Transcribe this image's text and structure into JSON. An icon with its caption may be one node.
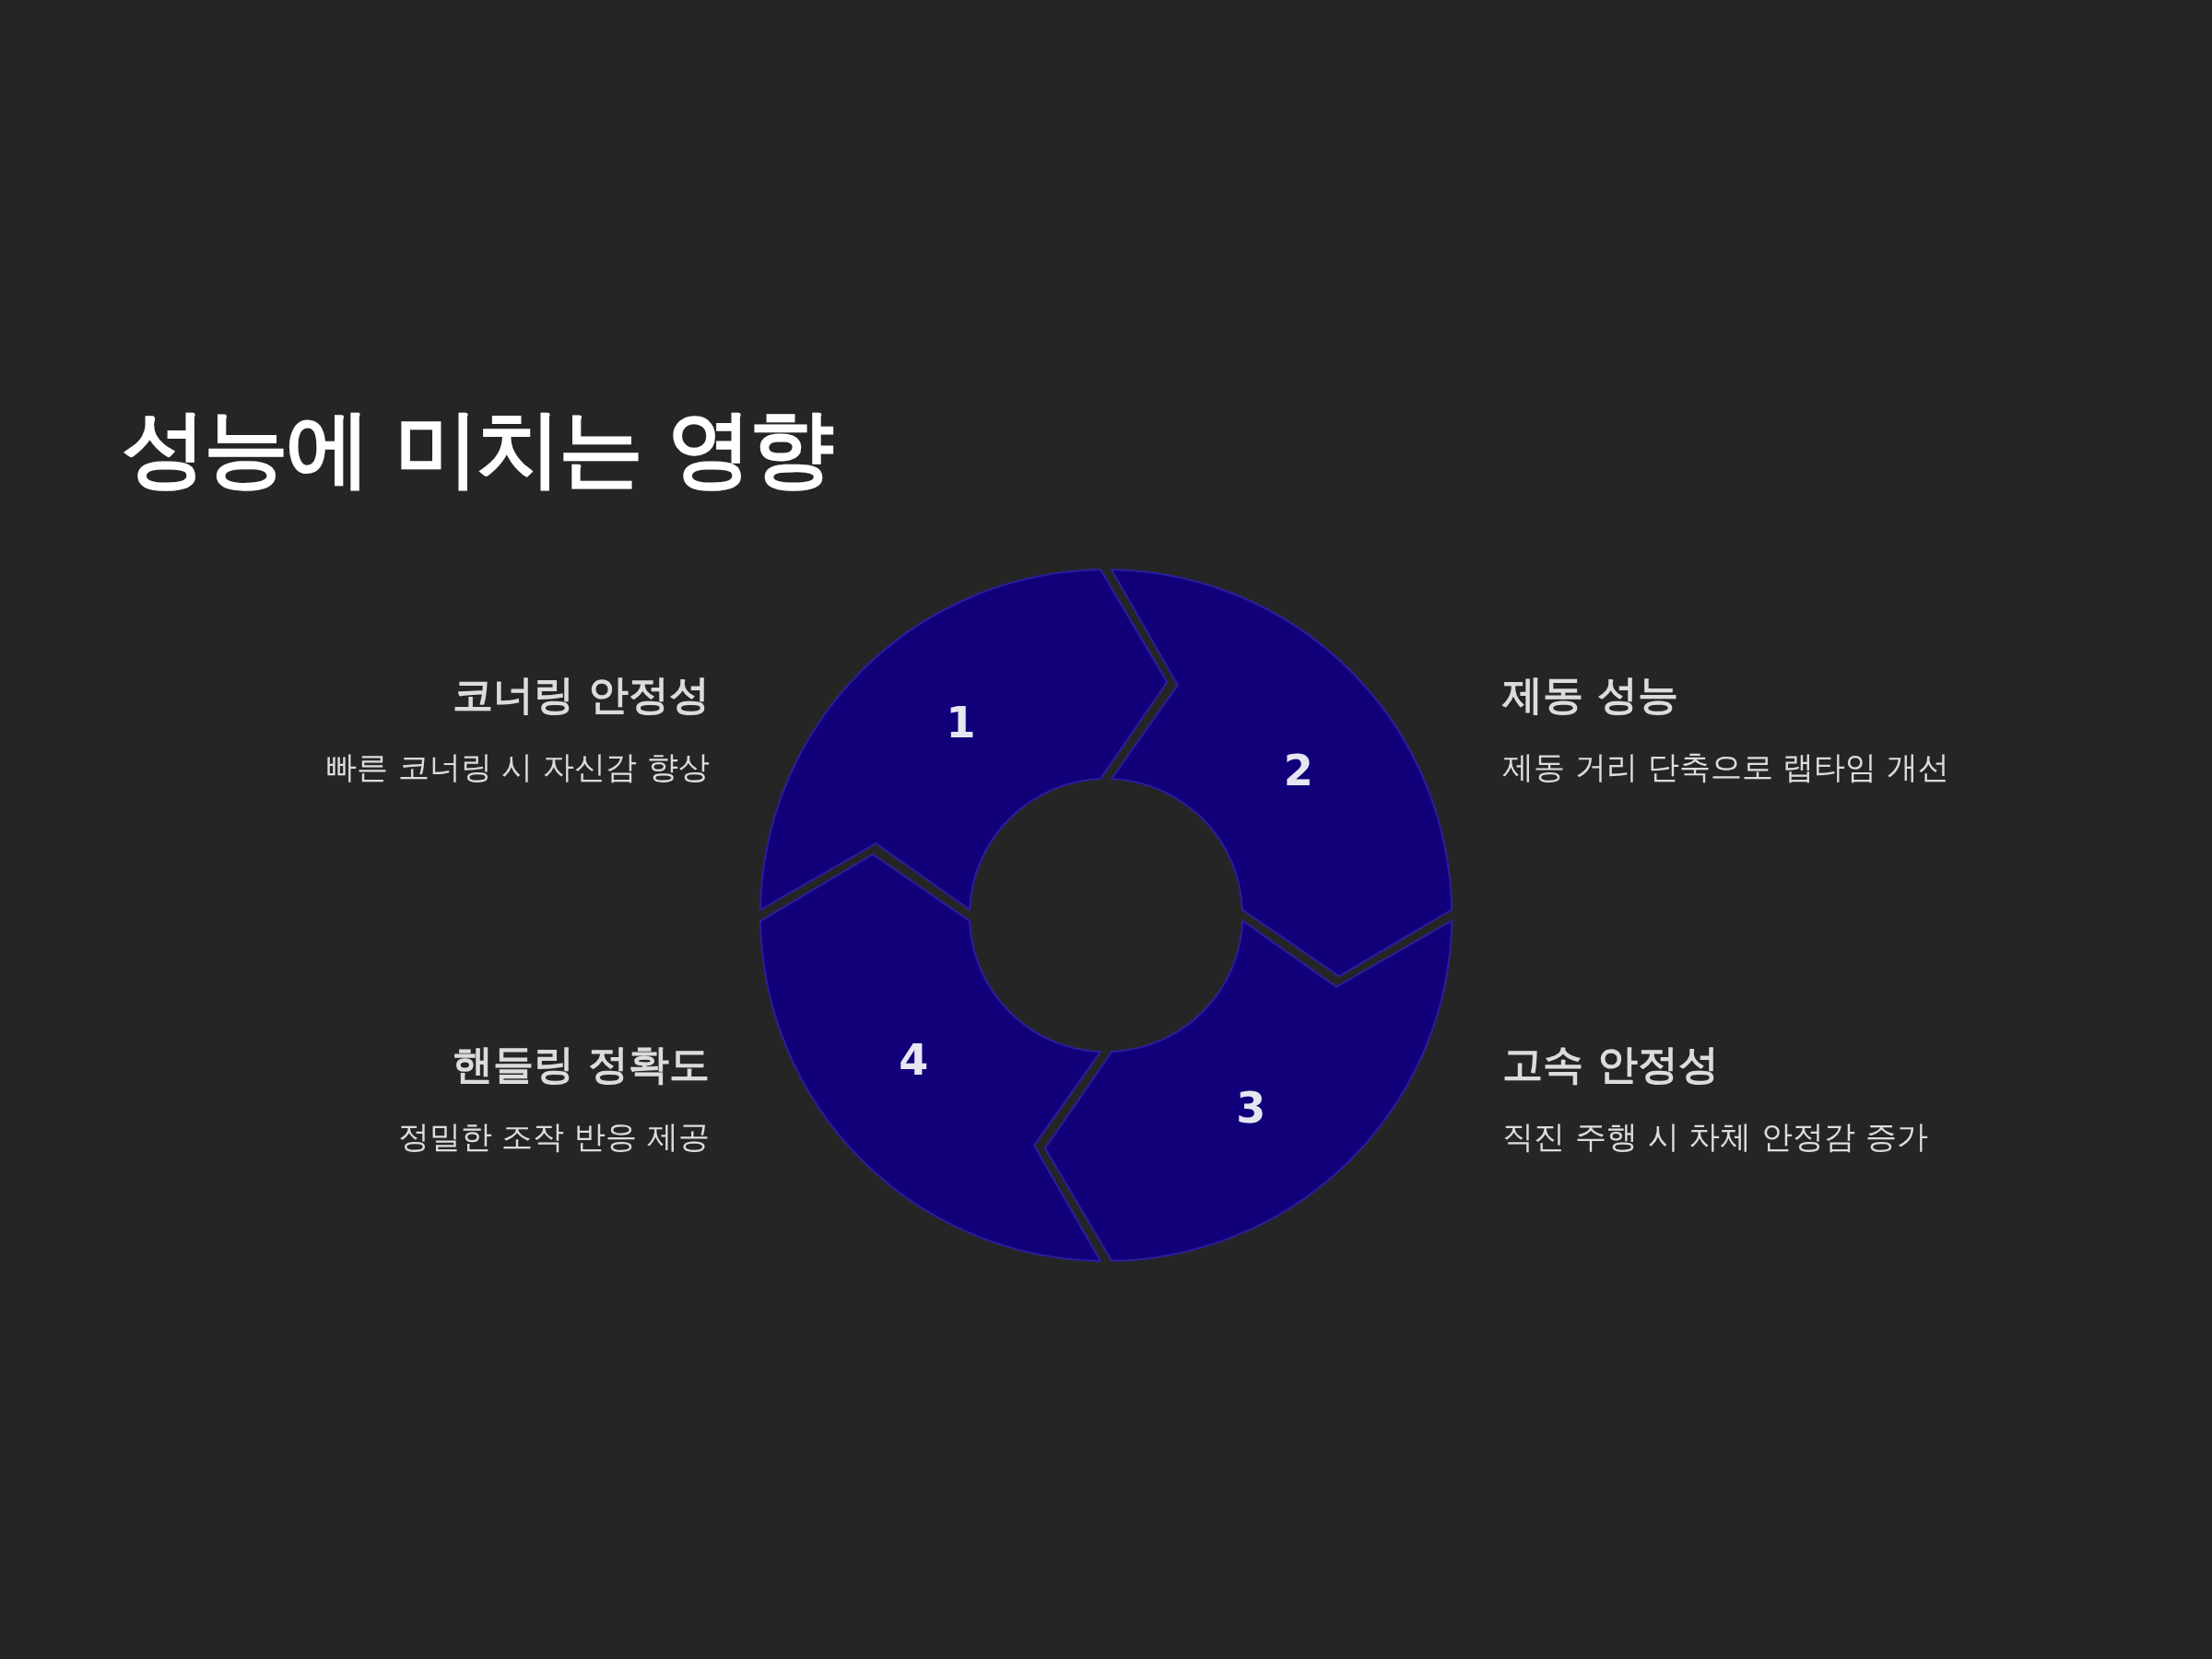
{
  "diagram": {
    "title": "성능에 미치는 영향",
    "nodes": [
      {
        "text": [
          "1"
        ],
        "beside": [
          "코너링 안정성",
          "빠른 코너링 시 자신감 향상"
        ]
      },
      {
        "text": [
          "2"
        ],
        "beside": [
          "제동 성능",
          "제동 거리 단축으로 랩타임 개선"
        ]
      },
      {
        "text": [
          "3"
        ],
        "beside": [
          "고속 안정성",
          "직진 주행 시 차체 안정감 증가"
        ]
      },
      {
        "text": [
          "4"
        ],
        "beside": [
          "핸들링 정확도",
          "정밀한 조작 반응 제공"
        ]
      }
    ]
  }
}
